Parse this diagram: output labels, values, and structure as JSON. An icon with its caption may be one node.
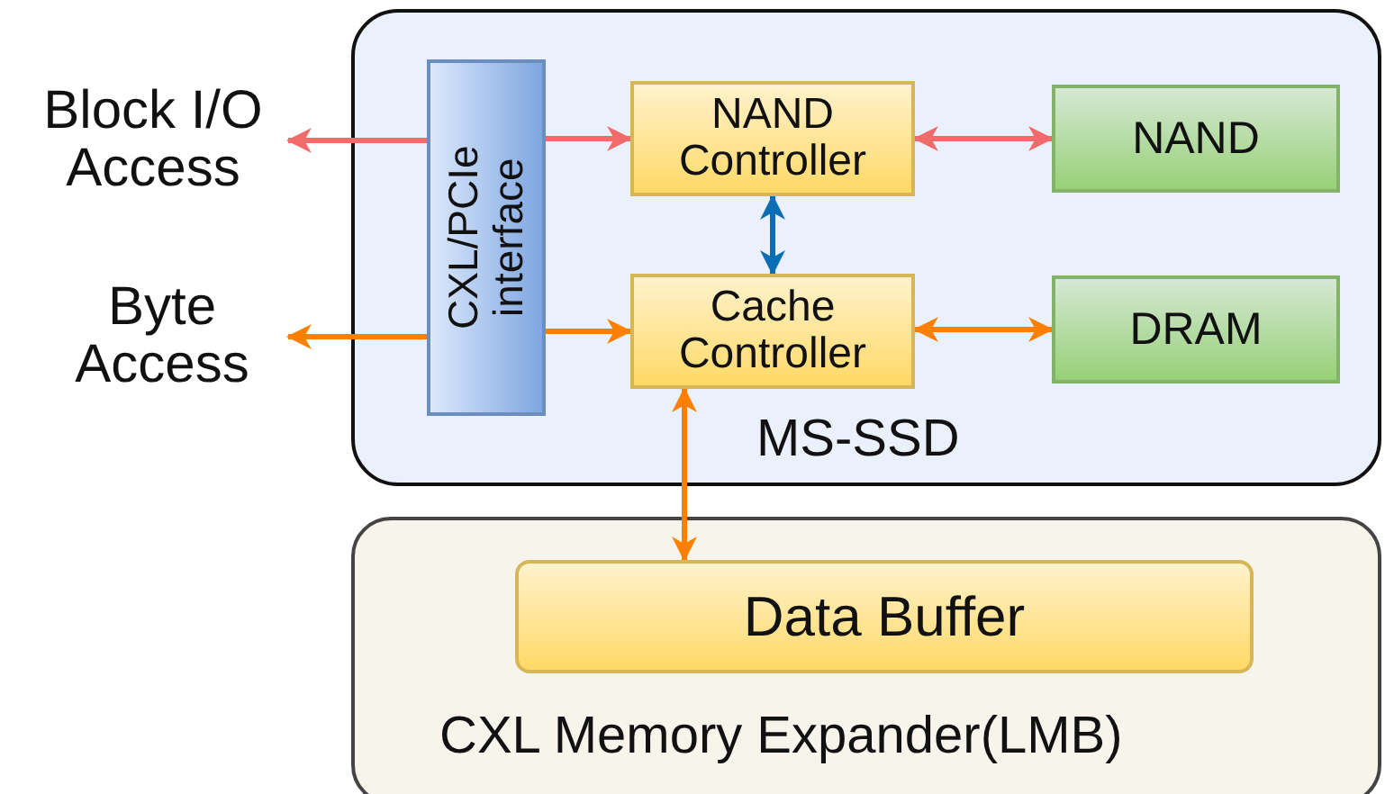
{
  "diagram": {
    "nodes": [
      {
        "text": [
          "MS-SSD"
        ]
      },
      {
        "text": [
          "CXL/PCIe interface"
        ],
        "in": 0
      },
      {
        "text": [
          "NAND Controller"
        ],
        "in": 0
      },
      {
        "text": [
          "Cache Controller"
        ],
        "in": 0
      },
      {
        "text": [
          "NAND"
        ],
        "in": 0
      },
      {
        "text": [
          "DRAM"
        ],
        "in": 0
      },
      {
        "text": [
          "CXL Memory Expander(LMB)"
        ]
      },
      {
        "text": [
          "Data Buffer"
        ],
        "in": 6
      },
      {
        "text": [
          "Block I/O Access"
        ]
      },
      {
        "text": [
          "Byte Access"
        ]
      }
    ],
    "edges": [
      {
        "from": 1,
        "to": 8,
        "arrow": "to",
        "color": "#f26b6b"
      },
      {
        "from": 1,
        "to": 2,
        "arrow": "to",
        "color": "#f26b6b"
      },
      {
        "from": 2,
        "to": 4,
        "arrow": "both",
        "color": "#f26b6b"
      },
      {
        "from": 2,
        "to": 3,
        "arrow": "both",
        "color": "#0a6eb4"
      },
      {
        "from": 1,
        "to": 9,
        "arrow": "to"
      },
      {
        "from": 1,
        "to": 3,
        "arrow": "to"
      },
      {
        "from": 3,
        "to": 5,
        "arrow": "both"
      },
      {
        "from": 3,
        "to": 7,
        "arrow": "both"
      }
    ]
  }
}
